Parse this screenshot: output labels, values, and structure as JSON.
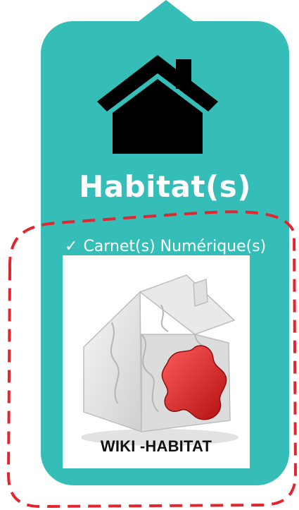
{
  "panel": {
    "title": "Habitat(s)",
    "accent_color": "#35bdb8",
    "dash_color": "#e3262e",
    "icon": "house-icon"
  },
  "list": {
    "items": [
      {
        "check_icon": "✓",
        "label": "Carnet(s) Numérique(s)"
      }
    ]
  },
  "image": {
    "icon": "puzzle-house-icon",
    "caption": "WIKI -HABITAT"
  }
}
